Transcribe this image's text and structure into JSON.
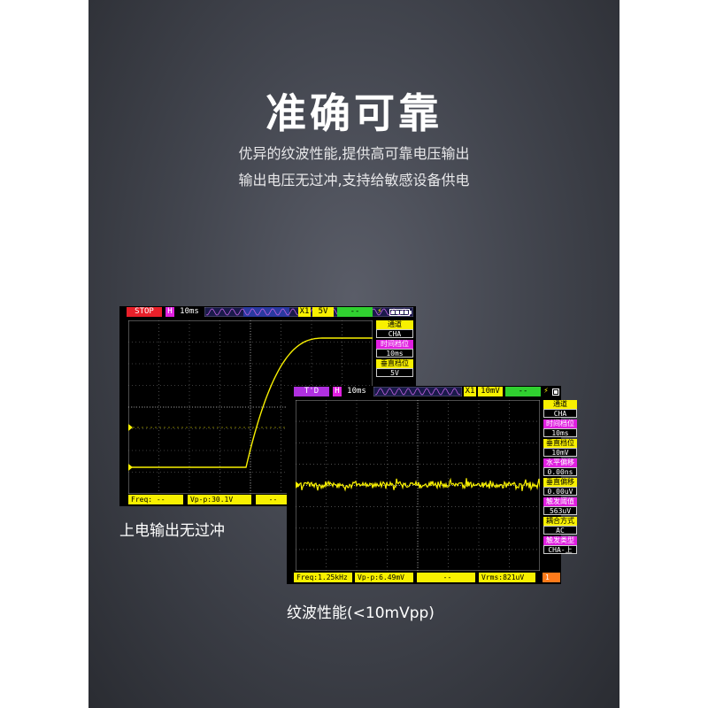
{
  "hero": {
    "title": "准确可靠",
    "line1": "优异的纹波性能,提供高可靠电压输出",
    "line2": "输出电压无过冲,支持给敏感设备供电"
  },
  "captions": {
    "overshoot": "上电输出无过冲",
    "ripple": "纹波性能(<10mVpp)"
  },
  "scope1": {
    "status": "STOP",
    "h_label": "H",
    "timebase": "10ms",
    "channel_mark": "X1",
    "volt": "5V",
    "coupling": "--",
    "trigger_icon": "lightning-icon",
    "battery_icon": "battery-icon",
    "side": [
      {
        "label": "通道",
        "value": "CHA",
        "color": "#f8f000"
      },
      {
        "label": "时间档位",
        "value": "10ms",
        "color": "#e020e0"
      },
      {
        "label": "垂直档位",
        "value": "5V",
        "color": "#f8f000"
      }
    ],
    "bottom": {
      "freq": "Freq: --",
      "vpp": "Vp-p:30.1V",
      "rms": "--"
    },
    "colors": {
      "status": "#e8202a",
      "trace": "#f8f000",
      "grid": "#7a7a7a"
    }
  },
  "scope2": {
    "status": "T'D",
    "h_label": "H",
    "timebase": "10ms",
    "channel_mark": "X1",
    "volt": "10mV",
    "coupling": "--",
    "trigger_icon": "lightning-icon",
    "battery_icon": "battery-icon",
    "side": [
      {
        "label": "通道",
        "value": "CHA",
        "color": "#f8f000"
      },
      {
        "label": "时间档位",
        "value": "10ms",
        "color": "#e020e0"
      },
      {
        "label": "垂直档位",
        "value": "10mV",
        "color": "#f8f000"
      },
      {
        "label": "水平偏移",
        "value": "0.00ns",
        "color": "#e020e0"
      },
      {
        "label": "垂直偏移",
        "value": "0.00uV",
        "color": "#f8f000"
      },
      {
        "label": "触发阈值",
        "value": "563uV",
        "color": "#e020e0"
      },
      {
        "label": "耦合方式",
        "value": "AC",
        "color": "#f8f000"
      },
      {
        "label": "触发类型",
        "value": "CHA-上",
        "color": "#e020e0"
      }
    ],
    "bottom": {
      "freq": "Freq:1.25kHz",
      "vpp": "Vp-p:6.49mV",
      "mid": "--",
      "rms": "Vrms:821uV",
      "page": "1"
    },
    "colors": {
      "status": "#b030e0",
      "trace": "#f8f000",
      "grid": "#7a7a7a"
    }
  }
}
